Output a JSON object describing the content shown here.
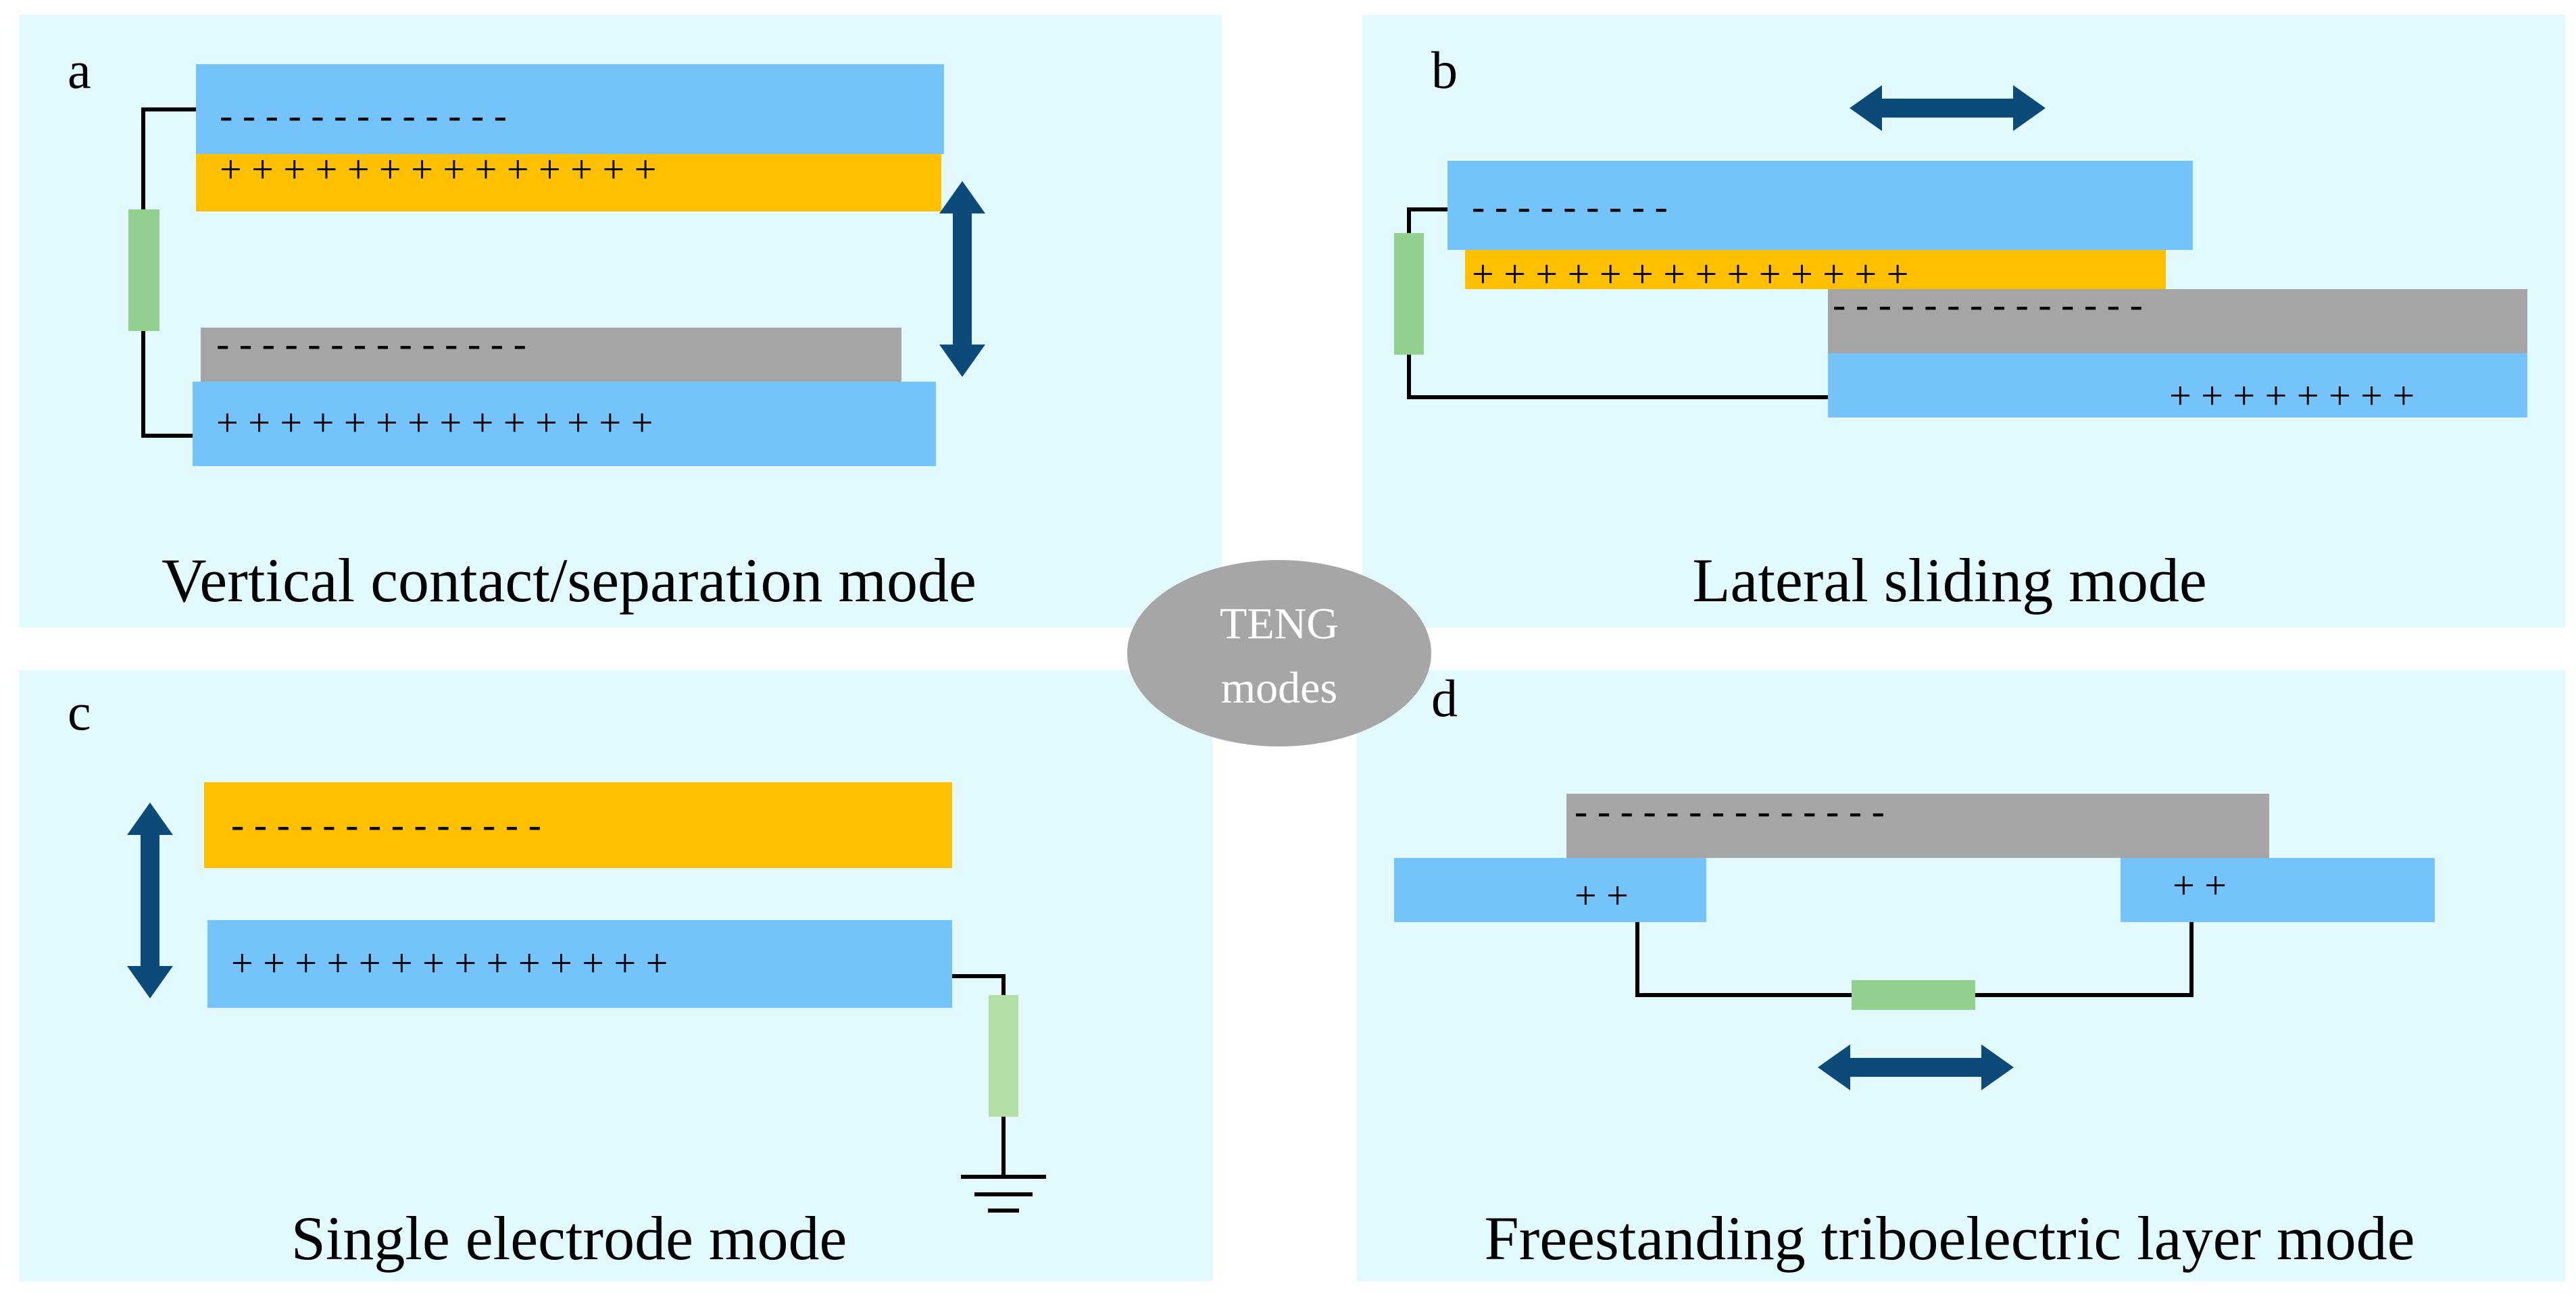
{
  "figure": {
    "center_label_line1": "TENG",
    "center_label_line2": "modes",
    "colors": {
      "panel_bg": "#e2fafd",
      "electrode_blue": "#74c4fb",
      "dielectric_orange": "#ffc000",
      "dielectric_gray": "#a5a5a5",
      "load_green": "#92d08e",
      "arrow_navy": "#0c4a79",
      "center_ellipse": "#a6a6a6"
    },
    "panels": [
      {
        "letter": "a",
        "caption": "Vertical contact/separation mode",
        "charges": [
          "- - - - - - - - - - - - -",
          "+ + + + + + + + + + + + + +",
          "- - - - - - - - - - - - - -",
          "+ + + + + + + + + + + + + +"
        ]
      },
      {
        "letter": "b",
        "caption": "Lateral sliding mode",
        "charges": [
          "- - - - - - - - -",
          "+ + + + + + + + + + + + + +",
          "- - - - - - - - - - - - - -",
          "+ + + + + + + +"
        ]
      },
      {
        "letter": "c",
        "caption": "Single electrode mode",
        "charges": [
          "- - - - - - - - - - - - - -",
          "+ + + + + + + + + + + + + +"
        ]
      },
      {
        "letter": "d",
        "caption": "Freestanding triboelectric layer mode",
        "charges": [
          "- - - - - - - - - - - - - -",
          "+ +",
          "+ +"
        ]
      }
    ]
  }
}
